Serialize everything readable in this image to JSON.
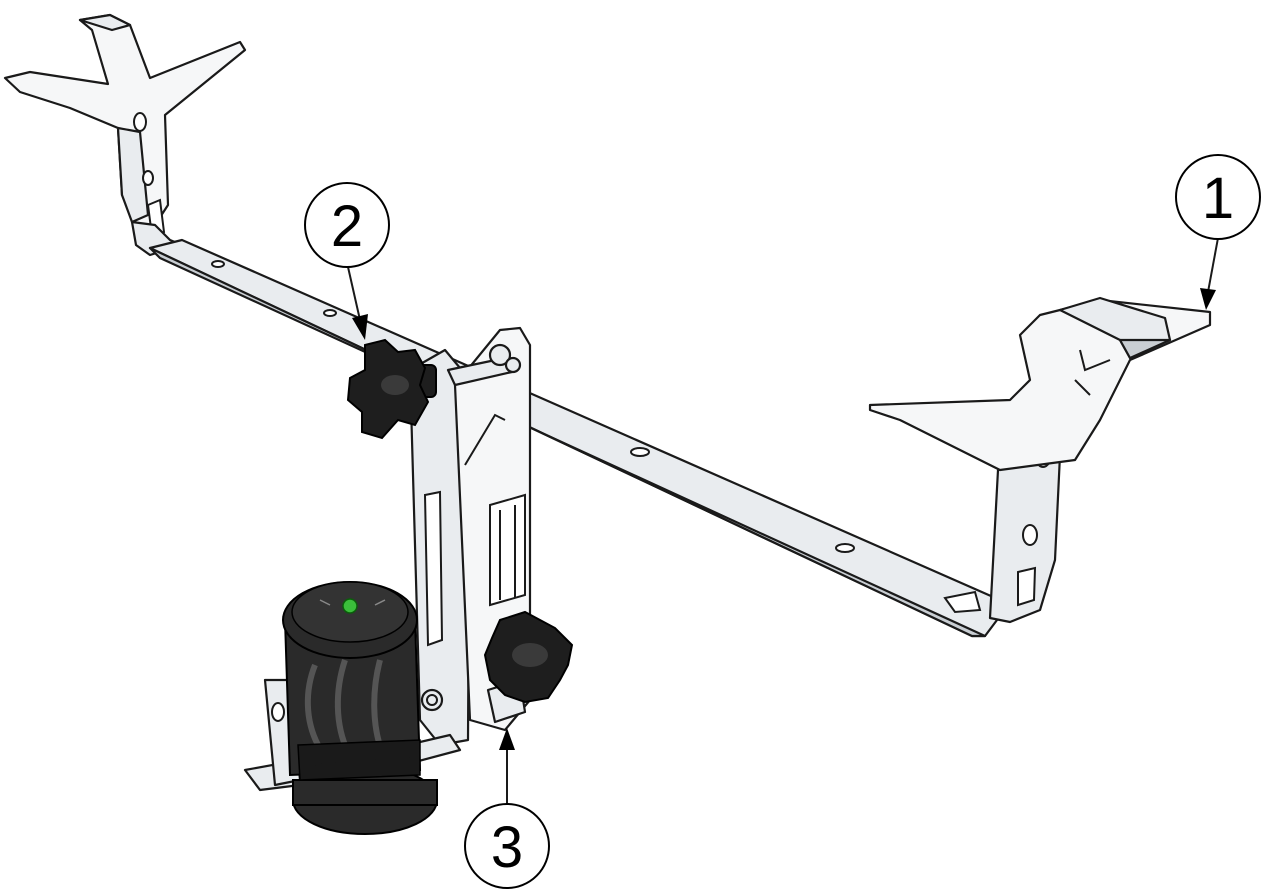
{
  "callouts": [
    {
      "id": "1",
      "label": "1"
    },
    {
      "id": "2",
      "label": "2"
    },
    {
      "id": "3",
      "label": "3"
    }
  ],
  "colors": {
    "metal": "#e9ecef",
    "knob": "#1e1e1e",
    "indicator_green": "#3bbf3b",
    "outline": "#1a1a1a"
  }
}
